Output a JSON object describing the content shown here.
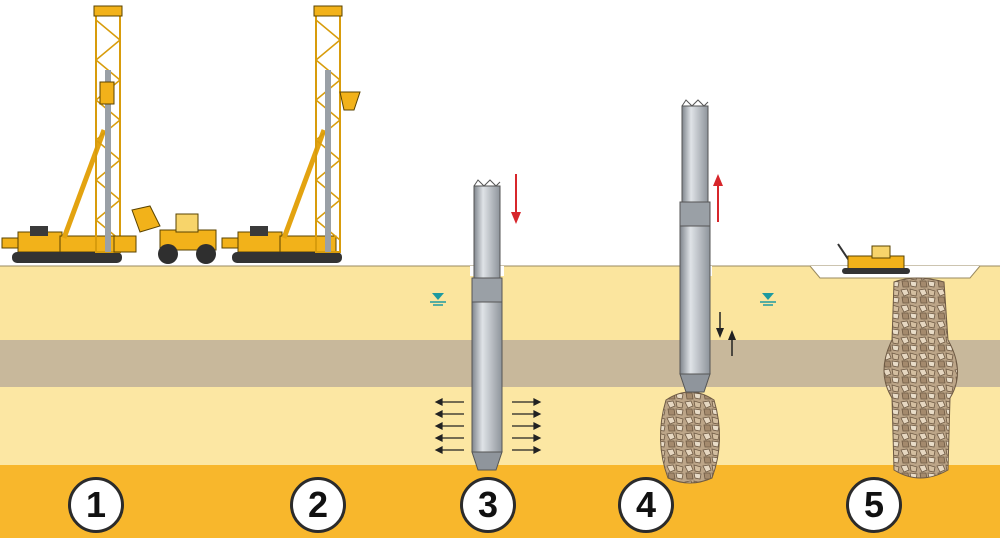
{
  "steps": [
    {
      "number": "1"
    },
    {
      "number": "2"
    },
    {
      "number": "3"
    },
    {
      "number": "4"
    },
    {
      "number": "5"
    }
  ],
  "icons": {
    "groundwater": "groundwater-level-icon",
    "push_down": "red-down-arrow-icon",
    "pull_up": "red-up-arrow-icon",
    "vibration": "lateral-vibration-arrows-icon",
    "compaction": "up-down-compaction-arrows-icon"
  },
  "colors": {
    "sky": "#ffffff",
    "upper_soil": "#fbe59e",
    "clay_layer": "#c8b89b",
    "lower_soil": "#fce7a3",
    "bearing_layer": "#f8b72c",
    "rig_yellow": "#f2b21a",
    "vibrator_grey": "#b9bec5",
    "stone": "#bca588",
    "arrow_red": "#d7262b"
  }
}
